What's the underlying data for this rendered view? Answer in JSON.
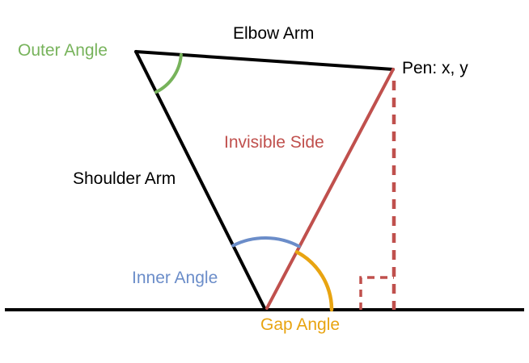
{
  "diagram": {
    "title": "Pen plotter arm geometry diagram",
    "labels": {
      "elbow_arm": "Elbow Arm",
      "pen": "Pen: x, y",
      "outer_angle": "Outer Angle",
      "shoulder_arm": "Shoulder Arm",
      "invisible_side": "Invisible Side",
      "inner_angle": "Inner Angle",
      "gap_angle": "Gap Angle"
    },
    "colors": {
      "line_black": "#000000",
      "invisible_side_red": "#c0504d",
      "outer_angle_green": "#77b35b",
      "inner_angle_blue": "#6b8dc9",
      "gap_angle_orange": "#e8a411",
      "background": "#ffffff"
    },
    "points": {
      "elbow_joint": "168,64",
      "pen_point": "486,86",
      "shoulder_origin": "328,384",
      "baseline_y": "384"
    }
  }
}
